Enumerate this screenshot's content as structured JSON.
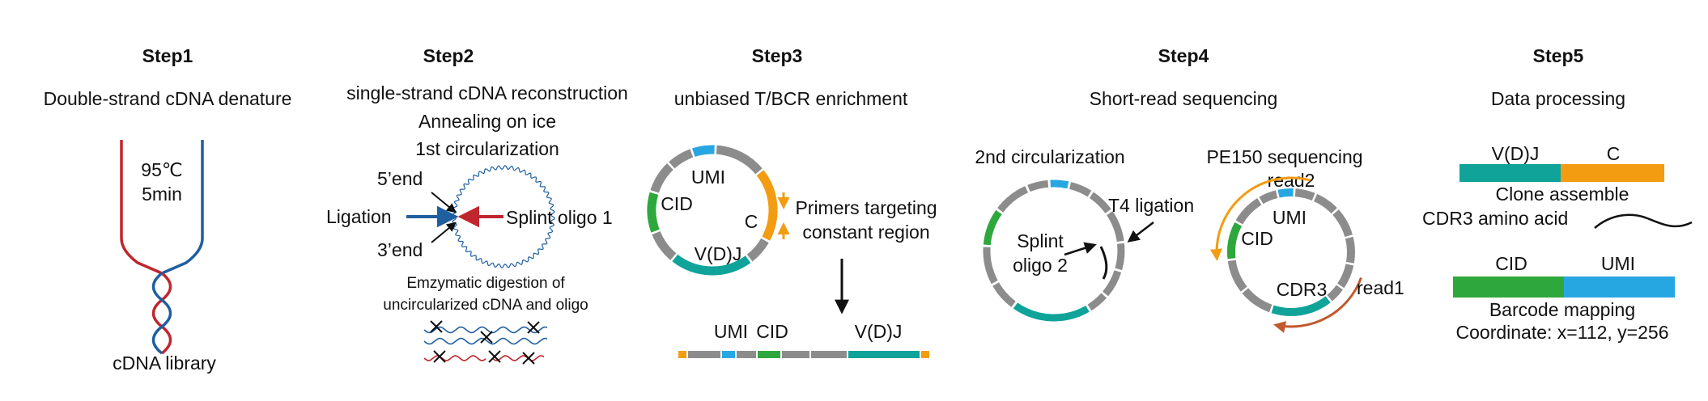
{
  "colors": {
    "red": "#c0262d",
    "blue": "#1f5fa0",
    "gray": "#8c8c8c",
    "teal": "#10a39a",
    "green": "#2ea83c",
    "skyblue": "#27a7e2",
    "orange": "#f39c12",
    "rust": "#c05a2e",
    "black": "#111111"
  },
  "step1": {
    "title": "Step1",
    "subtitle": "Double-strand cDNA denature",
    "temp": "95℃",
    "time": "5min",
    "footer": "cDNA library"
  },
  "step2": {
    "title": "Step2",
    "line1": "single-strand cDNA reconstruction",
    "line2": "Annealing on ice",
    "line3": "1st circularization",
    "end5": "5’end",
    "end3": "3’end",
    "ligation": "Ligation",
    "splint": "Splint oligo 1",
    "digest1": "Emzymatic digestion of",
    "digest2": "uncircularized cDNA and oligo"
  },
  "step3": {
    "title": "Step3",
    "subtitle": "unbiased T/BCR enrichment",
    "umi": "UMI",
    "cid": "CID",
    "c": "C",
    "vdj": "V(D)J",
    "primers1": "Primers targeting",
    "primers2": "constant region",
    "bar_umi": "UMI",
    "bar_cid": "CID",
    "bar_vdj": "V(D)J"
  },
  "step4": {
    "title": "Step4",
    "subtitle": "Short-read sequencing",
    "circ2": "2nd circularization",
    "t4": "T4 ligation",
    "splint2a": "Splint",
    "splint2b": "oligo 2",
    "pe150": "PE150 sequencing",
    "read2": "read2",
    "read1": "read1",
    "umi": "UMI",
    "cid": "CID",
    "cdr3": "CDR3"
  },
  "step5": {
    "title": "Step5",
    "subtitle": "Data processing",
    "vdj": "V(D)J",
    "c": "C",
    "clone": "Clone assemble",
    "cdr3aa": "CDR3 amino acid",
    "cid": "CID",
    "umi": "UMI",
    "barcode": "Barcode mapping",
    "coord": "Coordinate: x=112, y=256"
  }
}
